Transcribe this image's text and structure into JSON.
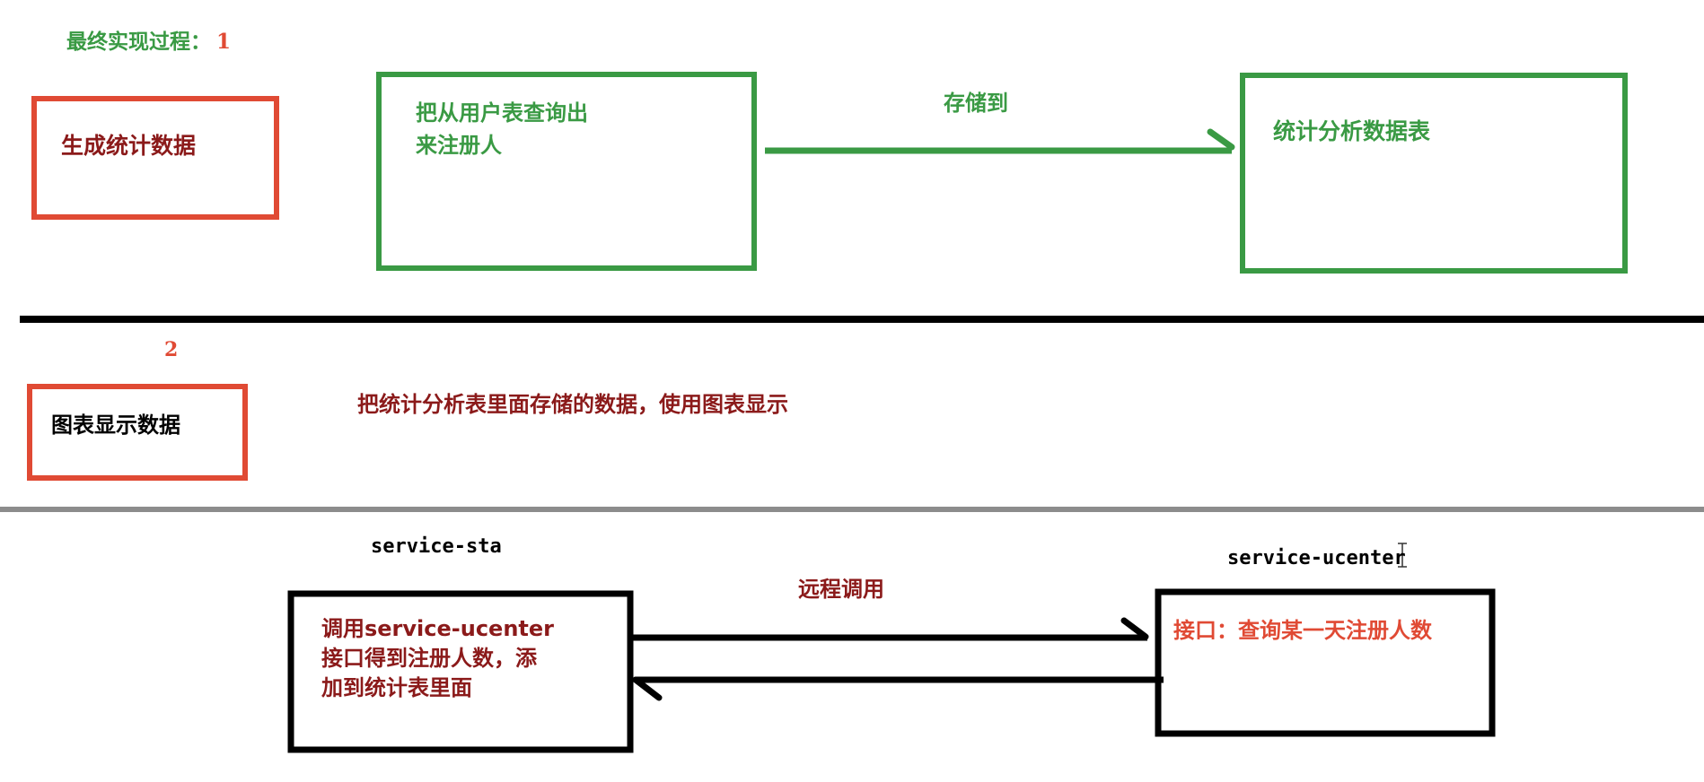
{
  "section1": {
    "title": "最终实现过程：",
    "number": "1",
    "step_box": "生成统计数据",
    "source_box_line1": "把从用户表查询出",
    "source_box_line2": "来注册人",
    "arrow_label": "存储到",
    "target_box": "统计分析数据表"
  },
  "section2": {
    "number": "2",
    "step_box": "图表显示数据",
    "description": "把统计分析表里面存储的数据，使用图表显示"
  },
  "section3": {
    "left_service": "service-sta",
    "right_service_part1": "service-ucen",
    "right_service_part2": "ter",
    "arrow_label": "远程调用",
    "left_box_line1": "调用service-ucenter",
    "left_box_line2": "接口得到注册人数，添",
    "left_box_line3": "加到统计表里面",
    "right_box": "接口：查询某一天注册人数"
  },
  "colors": {
    "green": "#3a9a44",
    "red": "#e04a34",
    "dark_red": "#8b1a1a",
    "black": "#000000",
    "divider_gray": "#8c8c8c"
  }
}
